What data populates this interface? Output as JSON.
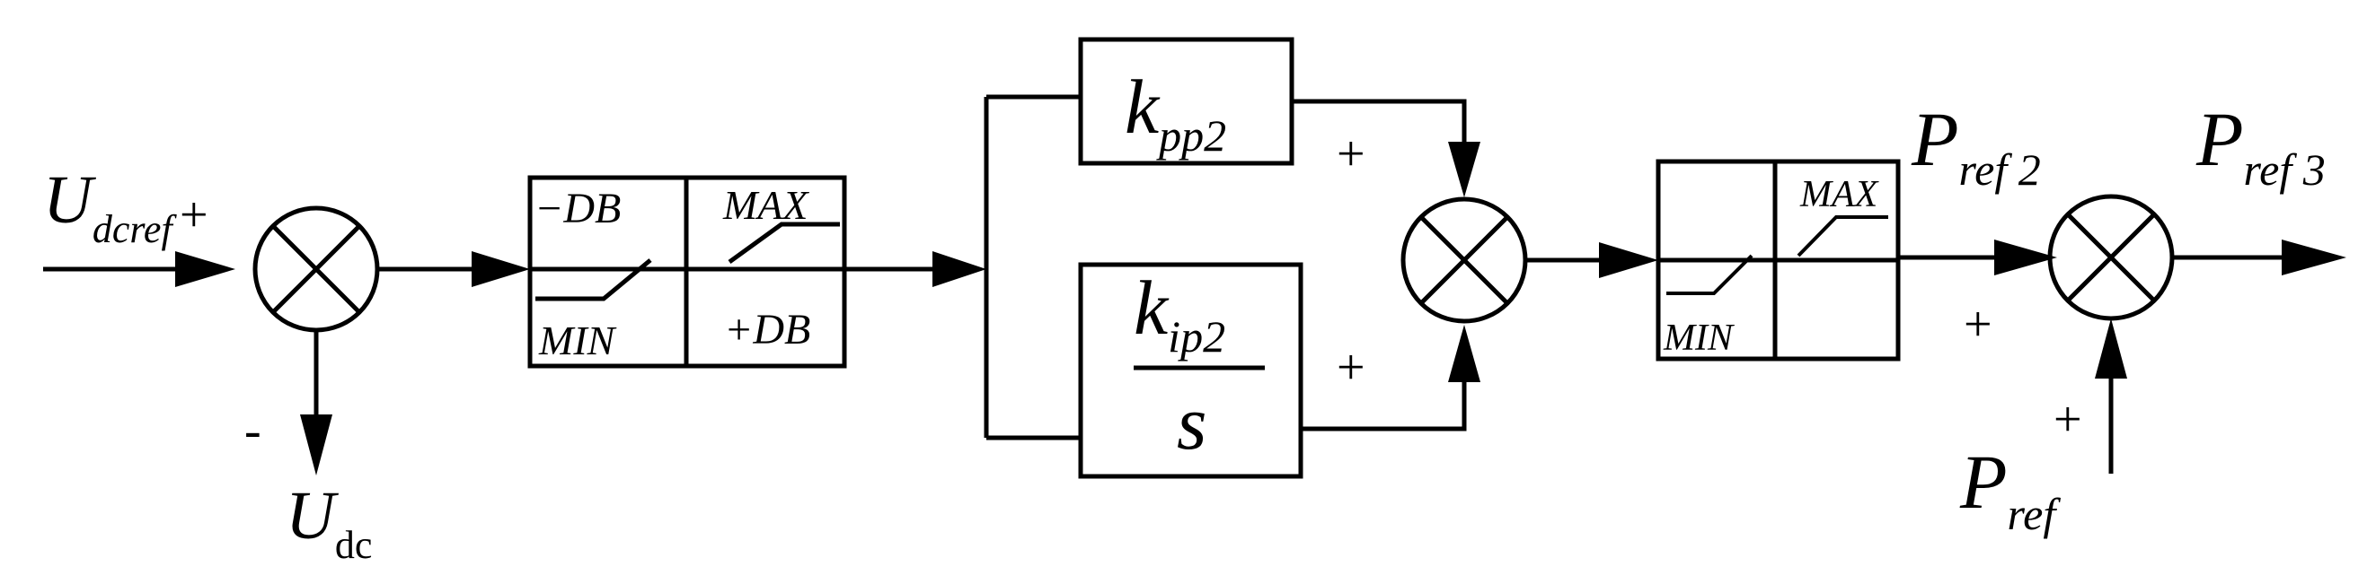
{
  "inputs": {
    "u_dcref": {
      "main": "U",
      "sub": "dcref",
      "sign": "+"
    },
    "u_dc": {
      "main": "U",
      "sub": "dc",
      "sign": "-"
    }
  },
  "deadband_block": {
    "neg_db": "−DB",
    "max": "MAX",
    "min": "MIN",
    "pos_db": "+DB"
  },
  "pi_block": {
    "kp": {
      "main": "k",
      "sub": "pp2"
    },
    "ki": {
      "main": "k",
      "sub": "ip2"
    },
    "s": "s"
  },
  "sum2": {
    "top_sign": "+",
    "bottom_sign": "+"
  },
  "limiter_block": {
    "max": "MAX",
    "min": "MIN"
  },
  "outputs": {
    "p_ref2": {
      "main": "P",
      "sub": "ref 2"
    },
    "p_ref3": {
      "main": "P",
      "sub": "ref 3"
    },
    "p_ref": {
      "main": "P",
      "sub": "ref"
    },
    "sum3_left_sign": "+",
    "sum3_bottom_sign": "+"
  }
}
